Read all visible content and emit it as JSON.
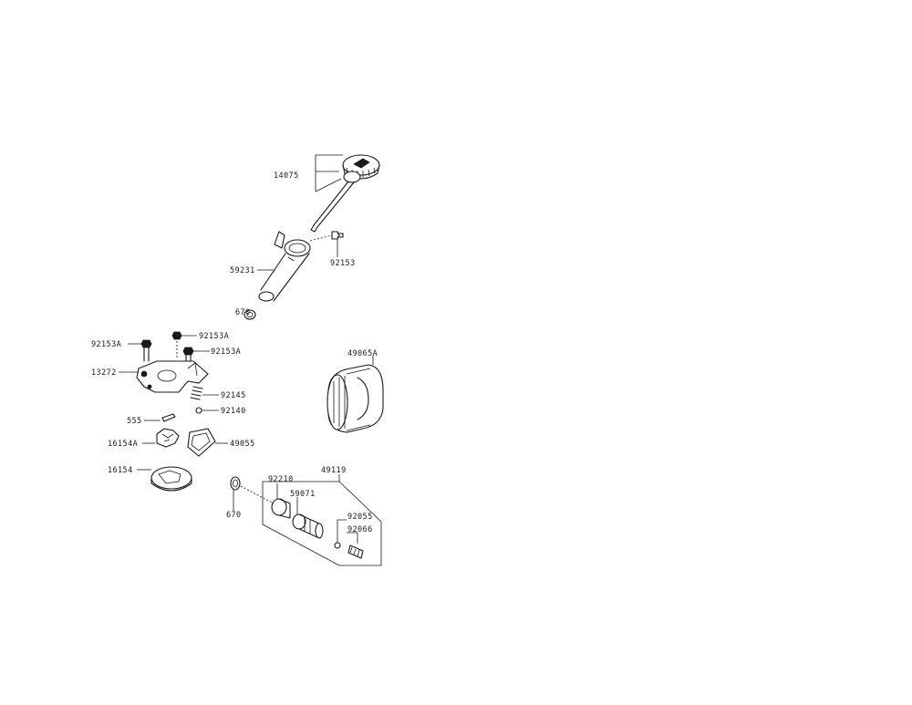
{
  "labels": {
    "l14075": "14075",
    "l59231": "59231",
    "l92153": "92153",
    "l670a": "670",
    "l92153A_top": "92153A",
    "l92153A_left": "92153A",
    "l92153A_right": "92153A",
    "l13272": "13272",
    "l92145": "92145",
    "l92140": "92140",
    "l555": "555",
    "l16154A": "16154A",
    "l16154": "16154",
    "l49055": "49055",
    "l49065A": "49065A",
    "l49119": "49119",
    "l92210": "92210",
    "l59071": "59071",
    "l92055": "92055",
    "l92066": "92066",
    "l670b": "670"
  }
}
